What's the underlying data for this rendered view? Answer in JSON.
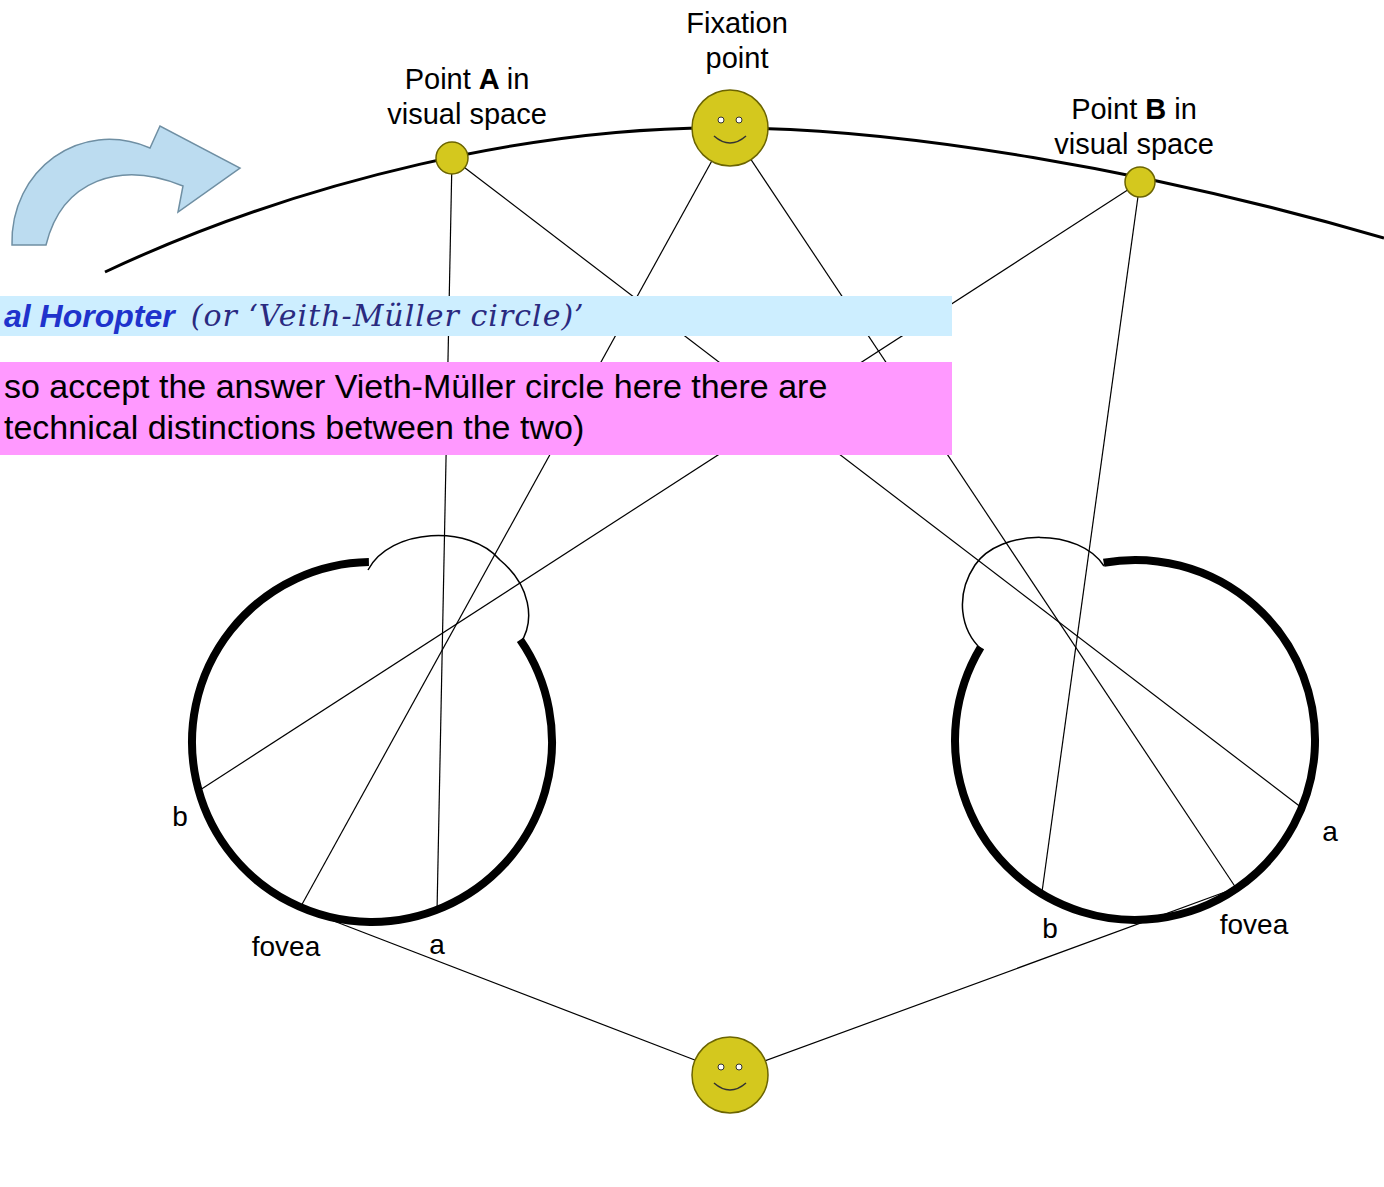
{
  "diagram": {
    "nodes": [
      {
        "text": [
          "al Horopter",
          "(or ‘Veith-Müller circle)’"
        ]
      },
      {
        "text": [
          "so accept the answer Vieth-Müller circle here there are technical distinctions between the two)"
        ]
      }
    ],
    "labels": [
      "Point A in visual space",
      "Fixation point",
      "Point B in visual space",
      "b",
      "fovea",
      "a",
      "b",
      "fovea",
      "a"
    ]
  }
}
